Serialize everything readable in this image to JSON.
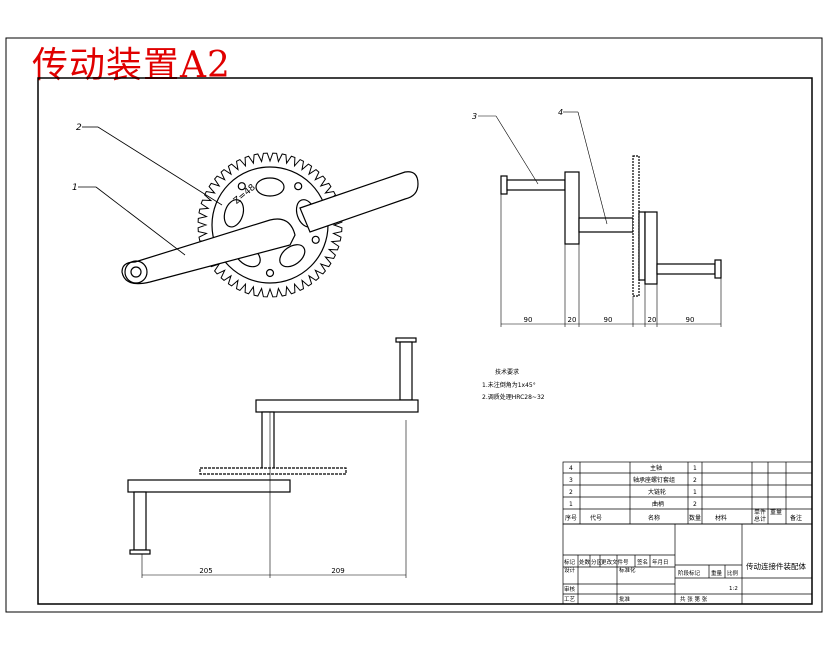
{
  "watermark": "传动装置A2",
  "balloons": [
    "1",
    "2",
    "3",
    "4"
  ],
  "chainring_label": "Z=48",
  "dimensions": {
    "side_view": [
      "90",
      "20",
      "90",
      "20",
      "90"
    ],
    "bottom_view": [
      "205",
      "209"
    ]
  },
  "tech_requirements": {
    "title": "技术要求",
    "lines": [
      "1.未注倒角为1x45°",
      "2.调质处理HRC28~32"
    ]
  },
  "bom": {
    "rows": [
      {
        "no": "4",
        "name": "主轴",
        "qty": "1"
      },
      {
        "no": "3",
        "name": "轴承座螺钉套组",
        "qty": "2"
      },
      {
        "no": "2",
        "name": "大链轮",
        "qty": "1"
      },
      {
        "no": "1",
        "name": "曲柄",
        "qty": "2"
      }
    ],
    "header": {
      "no": "序号",
      "code": "代号",
      "name": "名称",
      "qty": "数量",
      "material": "材料",
      "weight1": "单件",
      "weight2": "重量",
      "weight3": "总计",
      "note": "备注"
    }
  },
  "title_block": {
    "drawing_name": "传动连接件装配体",
    "row_labels": [
      "标记",
      "处数",
      "分区",
      "更改文件号",
      "签名",
      "年月日"
    ],
    "design": "设计",
    "standard": "标准化",
    "review": "审核",
    "process": "工艺",
    "approve": "批准",
    "stage": "阶段标记",
    "weight": "重量",
    "scale": "比例",
    "scale_value": "1:2",
    "sheets": "共 张 第 张"
  }
}
